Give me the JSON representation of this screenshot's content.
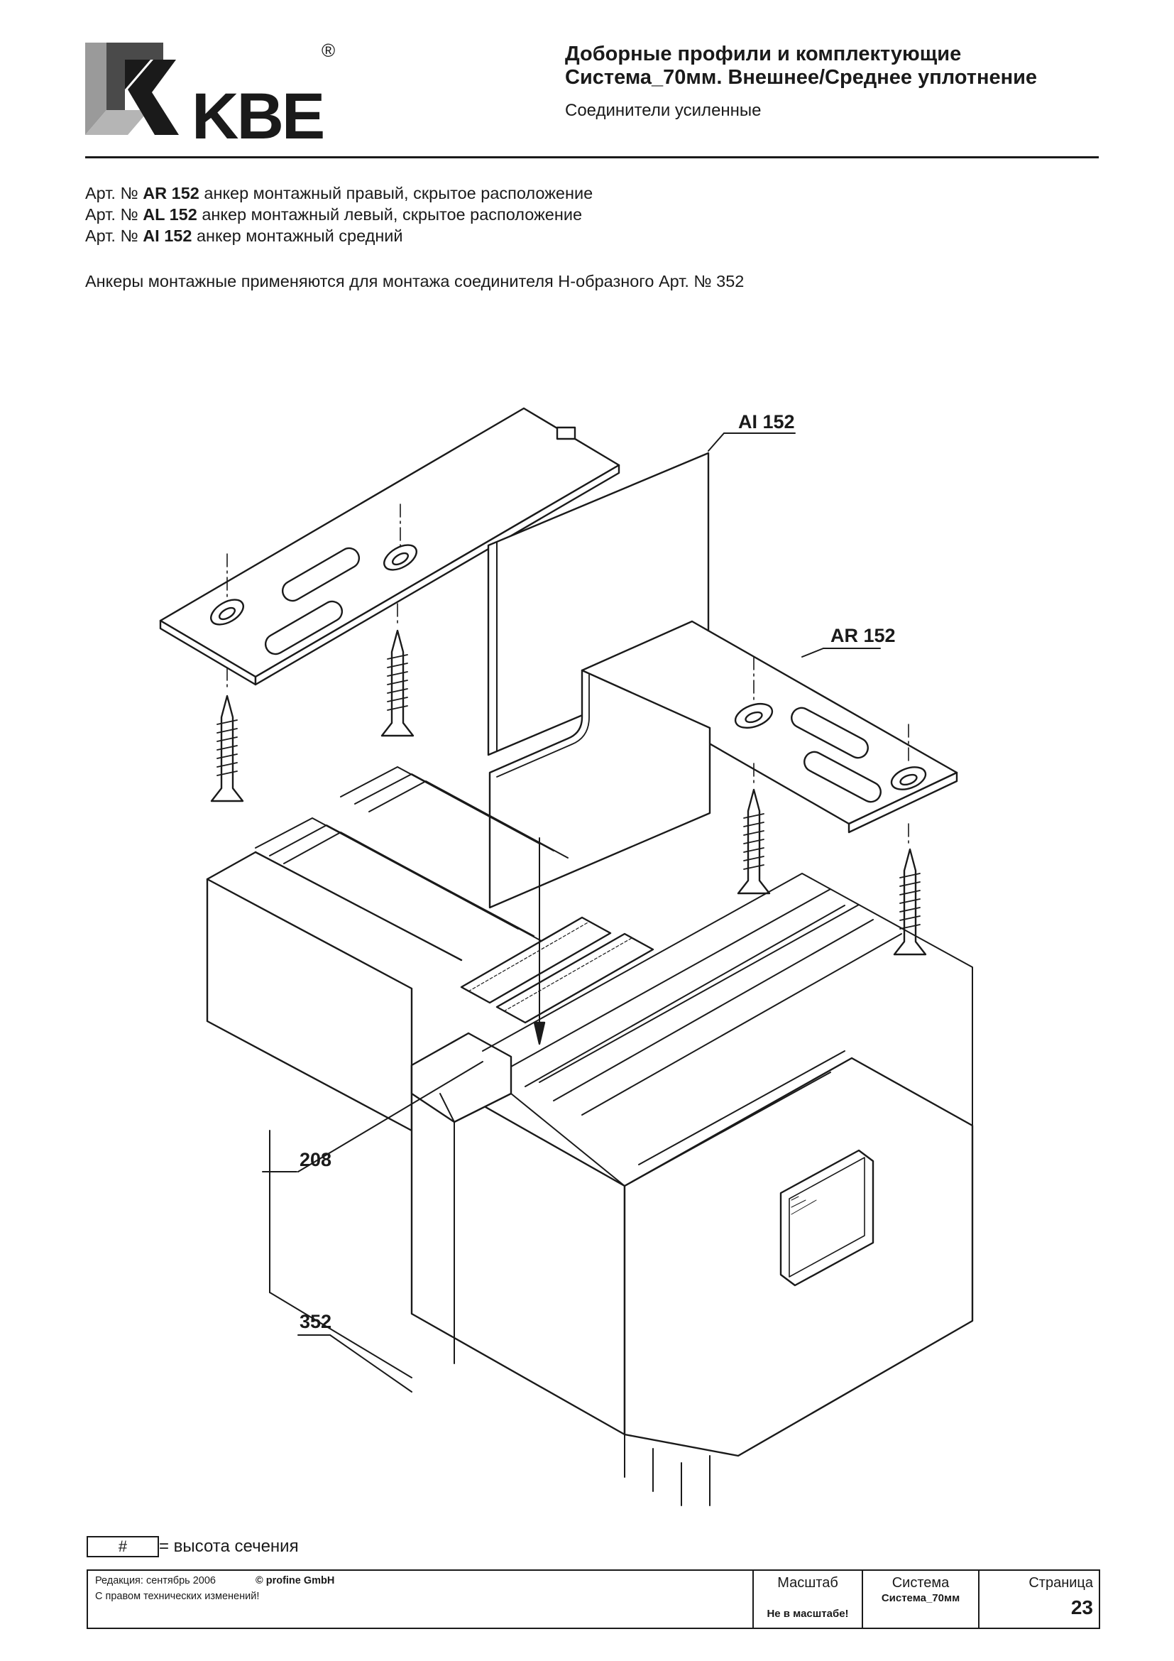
{
  "header": {
    "brand": "KBE",
    "registered_mark": "®",
    "title_line1": "Доборные профили и комплектующие",
    "title_line2": "Система_70мм. Внешнее/Среднее уплотнение",
    "subtitle": "Соединители усиленные"
  },
  "articles": [
    {
      "prefix": "Арт. №",
      "code": "AR 152",
      "desc": "анкер монтажный правый, скрытое расположение"
    },
    {
      "prefix": "Арт. №",
      "code": "AL 152",
      "desc": "анкер монтажный левый, скрытое расположение"
    },
    {
      "prefix": "Арт. №",
      "code": "AI 152",
      "desc": "анкер монтажный средний"
    }
  ],
  "usage_note": "Анкеры монтажные применяются для монтажа соединителя Н-образного Арт. № 352",
  "callouts": {
    "ai": "AI 152",
    "ar": "AR 152",
    "c208": "208",
    "c352": "352"
  },
  "legend": {
    "symbol": "#",
    "text": "= высота сечения"
  },
  "footer": {
    "edition": "Редакция: сентябрь 2006",
    "copyright": "© profine GmbH",
    "rights": "С правом технических изменений!",
    "scale_label": "Масштаб",
    "scale_value": "Не в масштабе!",
    "system_label": "Система",
    "system_value": "Система_70мм",
    "page_label": "Страница",
    "page_number": "23"
  }
}
